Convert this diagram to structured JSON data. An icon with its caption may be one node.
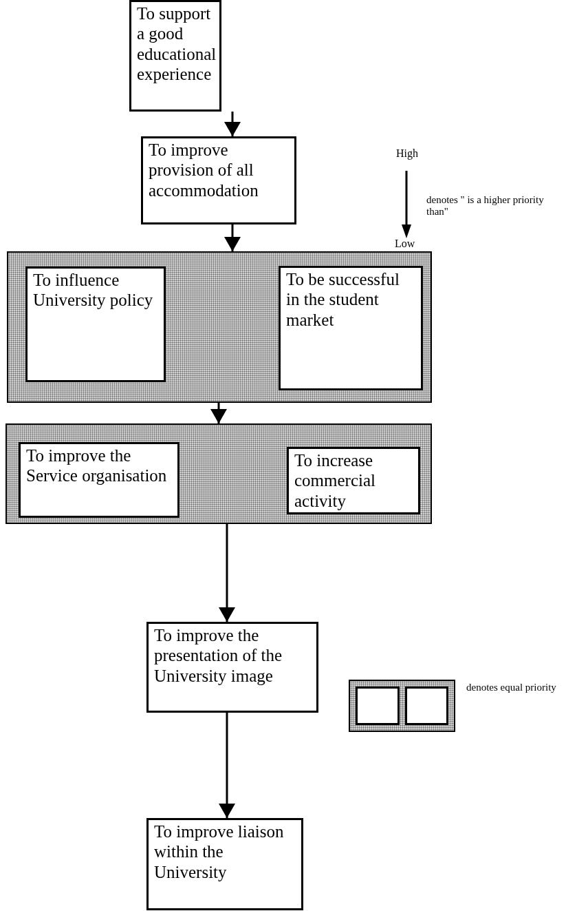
{
  "diagram": {
    "nodes": [
      {
        "text": [
          "To support a good educational experience"
        ]
      },
      {
        "text": [
          "To improve provision of all accommodation"
        ]
      },
      {
        "text": [],
        "shape": "box"
      },
      {
        "text": [
          "To influence University policy"
        ],
        "in": 2
      },
      {
        "text": [
          "To be successful in the student market"
        ],
        "in": 2
      },
      {
        "text": [],
        "shape": "box"
      },
      {
        "text": [
          "To improve the Service organisation"
        ],
        "in": 5
      },
      {
        "text": [
          "To increase commercial activity"
        ],
        "in": 5
      },
      {
        "text": [
          "To improve the presentation of the University image"
        ]
      },
      {
        "text": [
          "To improve liaison within the University"
        ]
      }
    ],
    "edges": [
      {
        "from": 0,
        "to": 1,
        "arrow": "to"
      },
      {
        "from": 1,
        "to": 2,
        "arrow": "to"
      },
      {
        "from": 2,
        "to": 5,
        "arrow": "to"
      },
      {
        "from": 5,
        "to": 8,
        "arrow": "to"
      },
      {
        "from": 8,
        "to": 9,
        "arrow": "to"
      }
    ],
    "labels": [
      "High",
      "Low"
    ],
    "legend": [
      {
        "text": "denotes \" is a higher priority than\""
      },
      {
        "text": "denotes equal priority"
      }
    ]
  }
}
